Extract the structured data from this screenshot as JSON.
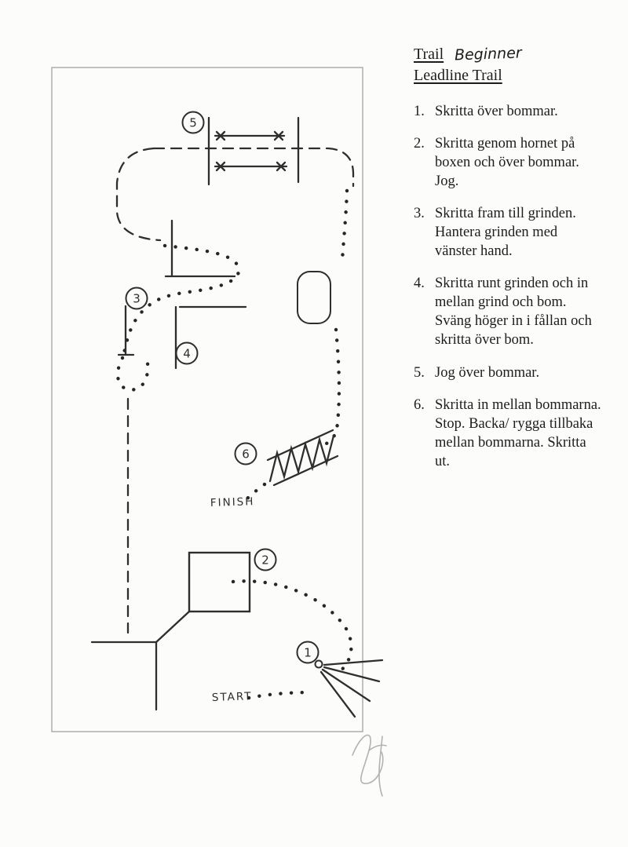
{
  "header": {
    "title": "Trail",
    "level": "Beginner",
    "subtitle": "Leadline Trail"
  },
  "instructions": [
    {
      "num": "1.",
      "text": "Skritta över bommar."
    },
    {
      "num": "2.",
      "text": "Skritta genom hornet på boxen och över bommar. Jog."
    },
    {
      "num": "3.",
      "text": "Skritta fram till grinden. Hantera grinden med vänster hand."
    },
    {
      "num": "4.",
      "text": "Skritta runt grinden och in mellan grind och bom. Sväng höger in i fållan och skritta över bom."
    },
    {
      "num": "5.",
      "text": "Jog över bommar."
    },
    {
      "num": "6.",
      "text": "Skritta in mellan bommarna. Stop. Backa/ rygga tillbaka mellan bommarna. Skritta ut."
    }
  ],
  "diagram": {
    "start_label": "START",
    "finish_label": "FINISH",
    "marker_labels": [
      "1",
      "2",
      "3",
      "4",
      "5",
      "6"
    ],
    "ink_color": "#2e2e2e",
    "pencil_color": "#a8a8a8"
  }
}
